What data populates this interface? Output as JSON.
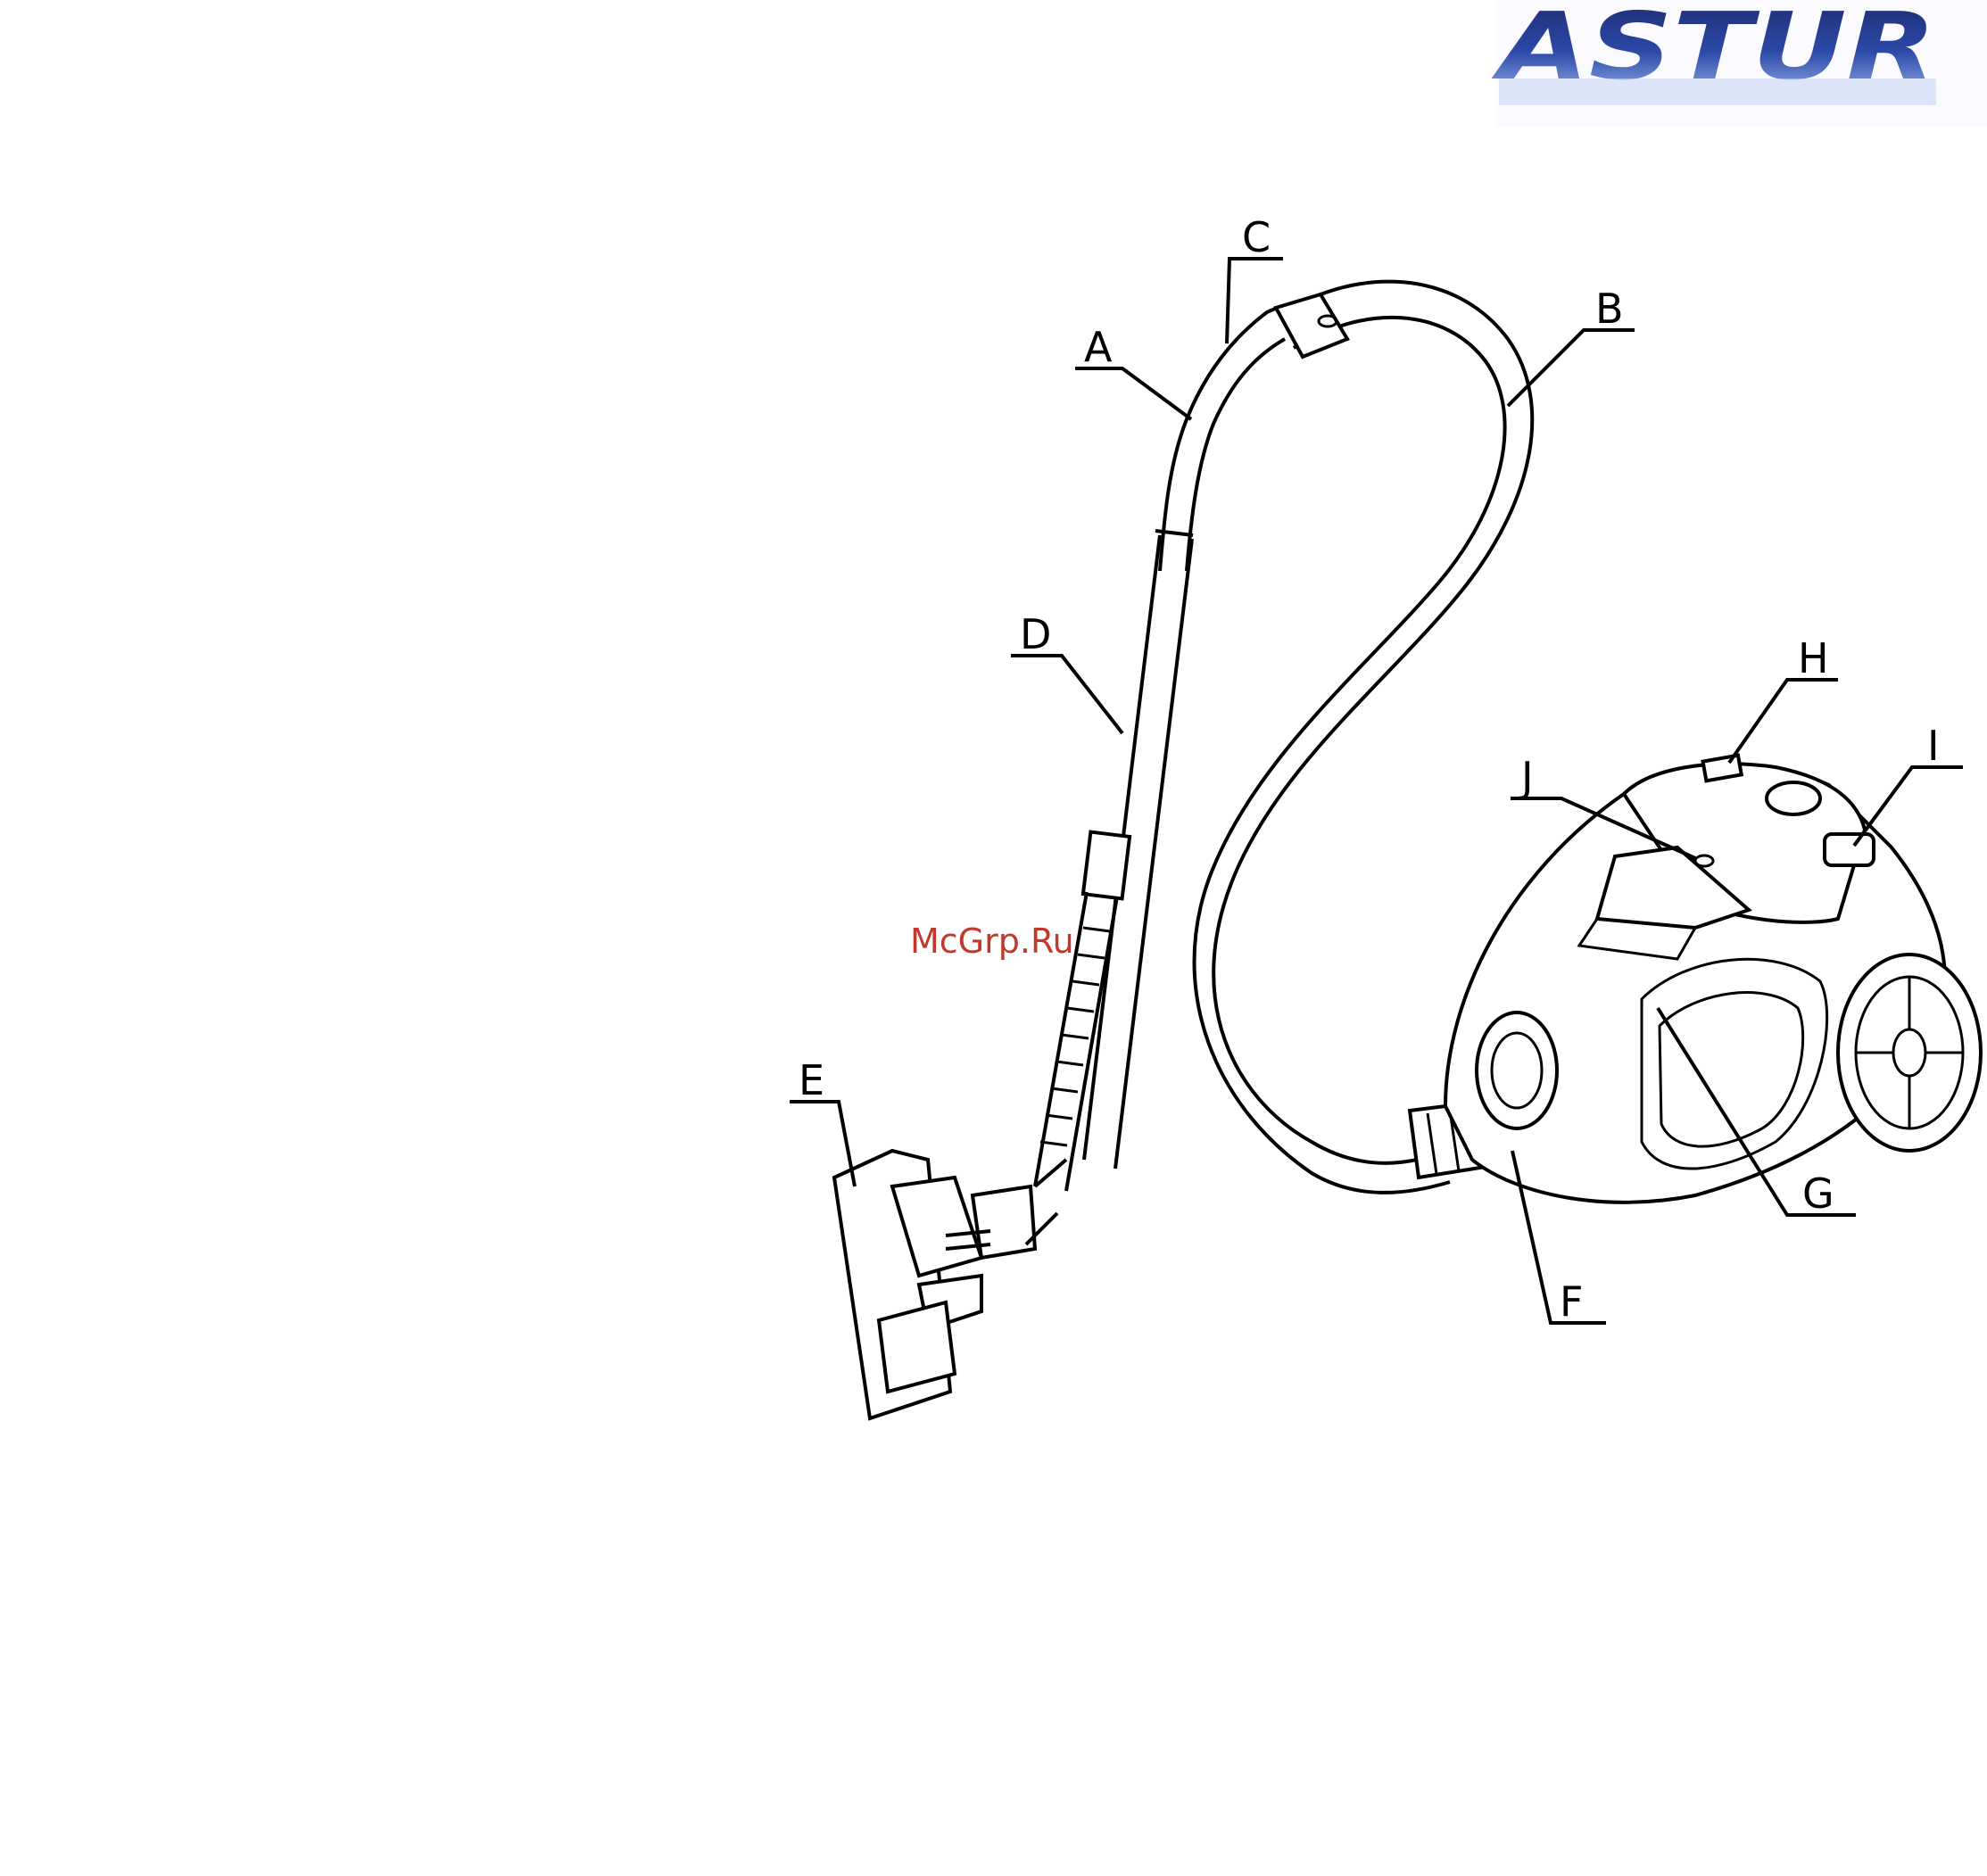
{
  "logo": {
    "text": "ASTUR",
    "color_dark": "#1b2a6b",
    "color_light": "#6f8fd8"
  },
  "watermark": "McGrp.Ru",
  "labels": {
    "A": "A",
    "B": "B",
    "C": "C",
    "D": "D",
    "E": "E",
    "F": "F",
    "G": "G",
    "H": "H",
    "I": "I",
    "J": "J"
  }
}
